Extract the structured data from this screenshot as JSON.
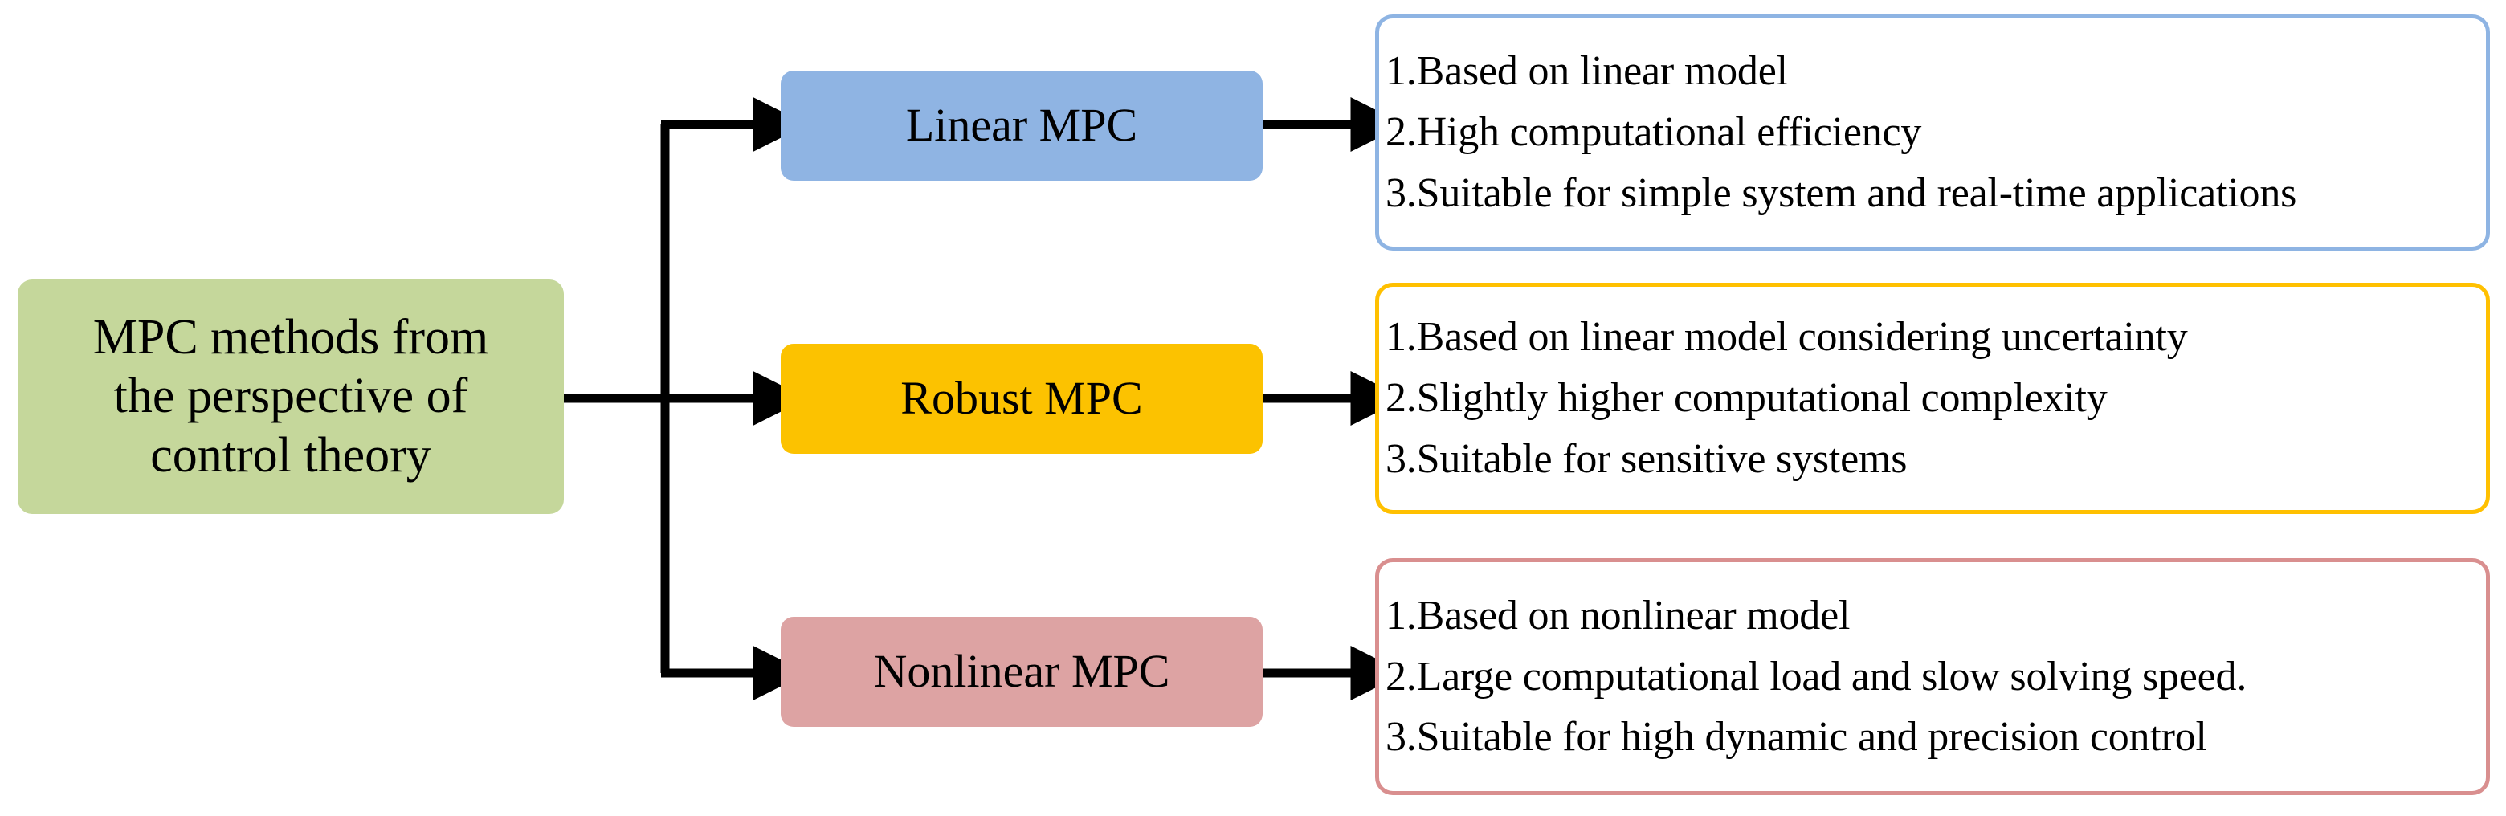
{
  "diagram": {
    "title": "MPC methods from the perspective of control theory",
    "type": "flow-tree",
    "background": "#ffffff"
  },
  "root": {
    "label": "MPC methods from\nthe perspective of\ncontrol theory",
    "fill": "#c5d79b",
    "text_color": "#000000"
  },
  "branches": [
    {
      "id": "linear",
      "label": "Linear MPC",
      "fill": "#8fb4e3",
      "border": "#8fb4e3",
      "panel_border": "#8eb4e3",
      "items": [
        "1.Based on linear model",
        "2.High computational efficiency",
        "3.Suitable for simple system and real-time applications"
      ]
    },
    {
      "id": "robust",
      "label": "Robust MPC",
      "fill": "#fcc200",
      "border": "#fcc200",
      "panel_border": "#ffc000",
      "items": [
        "1.Based on linear model considering uncertainty",
        "2.Slightly higher computational complexity",
        "3.Suitable for sensitive systems"
      ]
    },
    {
      "id": "nonlinear",
      "label": "Nonlinear MPC",
      "fill": "#dda3a3",
      "border": "#dda3a3",
      "panel_border": "#d98f8f",
      "items": [
        "1.Based on nonlinear model",
        "2.Large computational load and slow solving speed.",
        "3.Suitable for high dynamic and precision control"
      ]
    }
  ],
  "connectors": {
    "color": "#000000",
    "stroke_width": 11,
    "arrow_icon": "triangle-right-arrowhead",
    "description": "Root connects right to a vertical trunk that splits into three arrows; each method box connects right by an arrow to its description panel."
  }
}
